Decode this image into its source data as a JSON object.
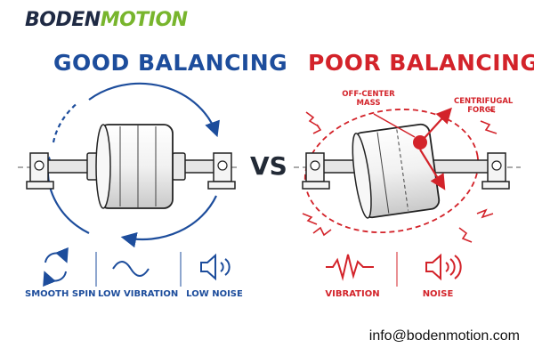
{
  "brand": {
    "part1": "BODEN",
    "part2": "MOTION"
  },
  "good": {
    "heading": "GOOD BALANCING",
    "features": [
      {
        "icon": "rotation-arrows-icon",
        "label": "SMOOTH SPIN"
      },
      {
        "icon": "sine-wave-icon",
        "label": "LOW VIBRATION"
      },
      {
        "icon": "speaker-low-icon",
        "label": "LOW NOISE"
      }
    ]
  },
  "vs": "VS",
  "poor": {
    "heading": "POOR BALANCING",
    "annotations": {
      "off_center": "OFF-CENTER MASS",
      "centrifugal": "CENTRIFUGAL FORCE"
    },
    "features": [
      {
        "icon": "vibration-wave-icon",
        "label": "VIBRATION"
      },
      {
        "icon": "speaker-loud-icon",
        "label": "NOISE"
      }
    ]
  },
  "contact": {
    "email": "info@bodenmotion.com"
  },
  "colors": {
    "blue": "#1d4d9c",
    "red": "#d3232a",
    "green": "#78b52d",
    "dark": "#1f2a44"
  }
}
